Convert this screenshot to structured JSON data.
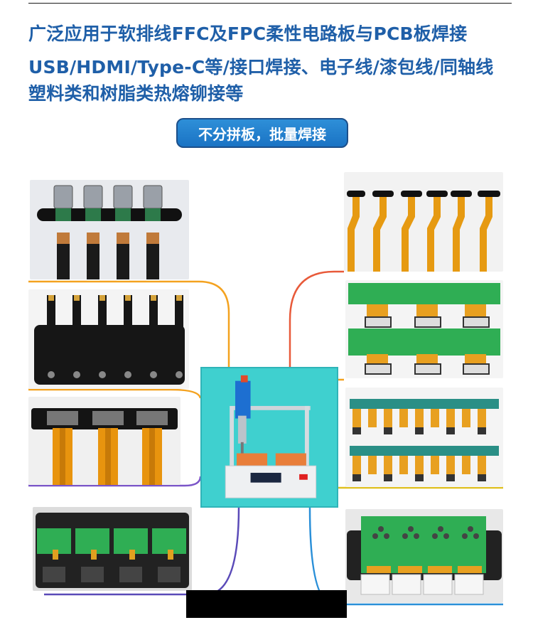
{
  "headings": {
    "line1": "广泛应用于软排线FFC及FPC柔性电路板与PCB板焊接",
    "line2": "USB/HDMI/Type-C等/接口焊接、电子线/漆包线/同轴线",
    "line3": "塑料类和树脂类热熔铆接等"
  },
  "tag_label": "不分拼板，批量焊接",
  "colors": {
    "heading": "#1f5fa8",
    "tag": "#1a73c4",
    "center_bg": "#3fd0cf",
    "line_orange": "#f4a21f",
    "line_purple": "#7a55c8",
    "line_yellow": "#e0c020",
    "line_blue": "#2a8fd8",
    "line_red": "#e85a3a"
  },
  "photos": [
    {
      "name": "typec-cable-solder-photo"
    },
    {
      "name": "black-fpc-modules-photo"
    },
    {
      "name": "fpc-connector-photo"
    },
    {
      "name": "pcb-on-fixture-photo"
    },
    {
      "name": "golden-fpc-ribbons-photo"
    },
    {
      "name": "green-pcb-oled-photo"
    },
    {
      "name": "blue-pcb-fpc-array-photo"
    },
    {
      "name": "pcb-button-panels-photo"
    }
  ]
}
